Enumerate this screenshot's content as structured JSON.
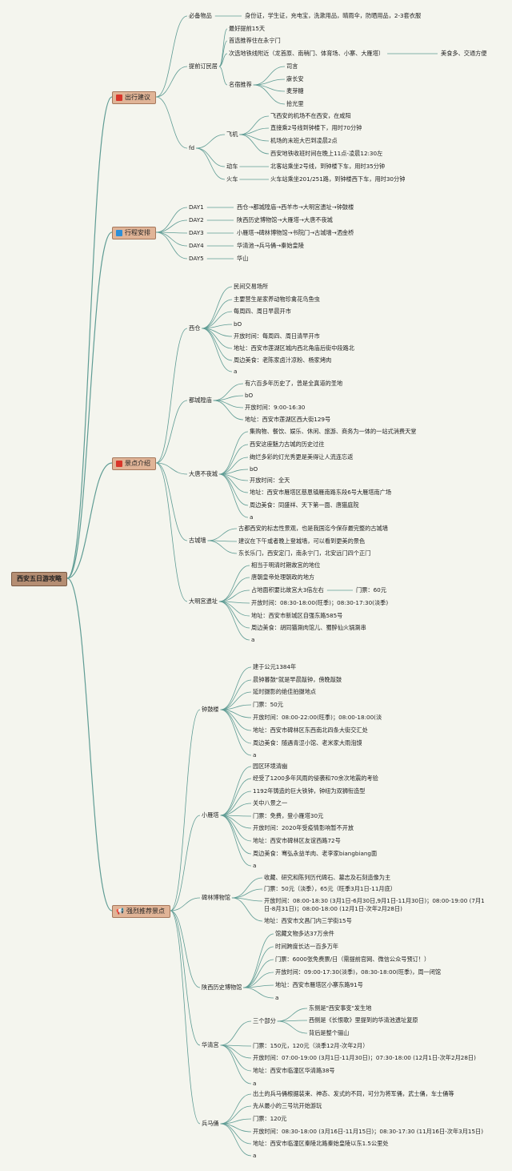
{
  "root": "西安五日游攻略",
  "colors": {
    "line": "#5f9c94",
    "red_flag": "#d8352a",
    "blue_flag": "#2d8fd8"
  },
  "sections": [
    {
      "label": "出行建议",
      "icon": "red-flag-icon",
      "children": [
        {
          "label": "必备物品",
          "children": [
            {
              "label": "身份证，学生证，充电宝，洗漱用品，晴雨伞，防晒用品，2-3套衣服"
            }
          ]
        },
        {
          "label": "提前订民居",
          "children": [
            {
              "label": "最好提前15天"
            },
            {
              "label": "首选推荐住在永宁门"
            },
            {
              "label": "次选地铁线附近（龙首原、南稍门、体育场、小寨、大雁塔）",
              "children": [
                {
                  "label": "美食多、交通方便"
                }
              ]
            },
            {
              "label": "名宿推荐",
              "children": [
                {
                  "label": "司言"
                },
                {
                  "label": "寐长安"
                },
                {
                  "label": "麦芽糖"
                },
                {
                  "label": "拾光里"
                }
              ]
            }
          ]
        },
        {
          "label": "fd",
          "children": [
            {
              "label": "飞机",
              "children": [
                {
                  "label": "飞西安的机场不在西安，在咸阳"
                },
                {
                  "label": "直接乘2号线到钟楼下，用时70分钟"
                },
                {
                  "label": "机场的末班大巴到凌晨2点"
                },
                {
                  "label": "西安地铁收班时间在晚上11点-凌晨12:30左"
                }
              ]
            },
            {
              "label": "动车",
              "children": [
                {
                  "label": "北客站乘坐2号线，到钟楼下车，用时35分钟"
                }
              ]
            },
            {
              "label": "火车",
              "children": [
                {
                  "label": "火车站乘坐201/251路，到钟楼西下车，用时30分钟"
                }
              ]
            }
          ]
        }
      ]
    },
    {
      "label": "行程安排",
      "icon": "blue-flag-icon",
      "children": [
        {
          "label": "DAY1",
          "children": [
            {
              "label": "西仓→都城隍庙→西羊市→大明宫遗址→钟鼓楼"
            }
          ]
        },
        {
          "label": "DAY2",
          "children": [
            {
              "label": "陕西历史博物馆→大雁塔→大唐不夜城"
            }
          ]
        },
        {
          "label": "DAY3",
          "children": [
            {
              "label": "小雁塔→碑林博物馆→书院门→古城墙→洒金桥"
            }
          ]
        },
        {
          "label": "DAY4",
          "children": [
            {
              "label": "华清池→兵马俑→秦始皇陵"
            }
          ]
        },
        {
          "label": "DAY5",
          "children": [
            {
              "label": "华山"
            }
          ]
        }
      ]
    },
    {
      "label": "景点介绍",
      "icon": "red-flag-icon",
      "children": [
        {
          "label": "西仓",
          "children": [
            {
              "label": "民间交易场所"
            },
            {
              "label": "主要营生是家养动物珍禽花鸟鱼虫"
            },
            {
              "label": "每周四、周日早晨开市"
            },
            {
              "label": "bO"
            },
            {
              "label": "开放时间：每周四、周日清早开市"
            },
            {
              "label": "地址：西安市莲湖区城内西北角庙后街中段路北"
            },
            {
              "label": "周边美食：老陈家卤汁凉粉、杨家烤肉"
            },
            {
              "label": "a"
            }
          ]
        },
        {
          "label": "都城隍庙",
          "children": [
            {
              "label": "有六百多年历史了，曾是全真道的圣地"
            },
            {
              "label": "bO"
            },
            {
              "label": "开放时间：9:00-16:30"
            },
            {
              "label": "地址：西安市莲湖区西大街129号"
            }
          ]
        },
        {
          "label": "大唐不夜城",
          "children": [
            {
              "label": "集购物、餐饮、娱乐、休闲、旅游、商务为一体的一站式消费天堂"
            },
            {
              "label": "西安这座魅力古城的历史过往"
            },
            {
              "label": "绚烂多彩的灯光秀更是美得让人流连忘返"
            },
            {
              "label": "bO"
            },
            {
              "label": "开放时间：全天"
            },
            {
              "label": "地址：西安市雁塔区慈恩镇雁南路东段6号大雁塔南广场"
            },
            {
              "label": "周边美食：同盛祥、天下第一面、唐猫庭院"
            },
            {
              "label": "a"
            }
          ]
        },
        {
          "label": "古城墙",
          "children": [
            {
              "label": "古都西安的标志性景观，也是我国迄今保存最完整的古城墙"
            },
            {
              "label": "建议在下午或者晚上登城墙，可以看到更美的景色"
            },
            {
              "label": "东长乐门，西安定门，南永宁门，北安远门四个正门"
            }
          ]
        },
        {
          "label": "大明宫遗址",
          "children": [
            {
              "label": "相当于明清时期故宫的地位"
            },
            {
              "label": "唐朝皇帝处理朝政的地方"
            },
            {
              "label": "占地面积要比故宫大3倍左右",
              "children": [
                {
                  "label": "门票：60元"
                }
              ]
            },
            {
              "label": "开放时间：08:30-18:00(旺季)；08:30-17:30(淡季)"
            },
            {
              "label": "地址：西安市新城区自强东路585号"
            },
            {
              "label": "周边美食：胡同猫涮肉馆儿、蜀醉仙火锅涮串"
            },
            {
              "label": "a"
            }
          ]
        }
      ]
    },
    {
      "label": "强烈推荐景点",
      "icon": "megaphone-icon",
      "children": [
        {
          "label": "钟鼓楼",
          "children": [
            {
              "label": "建于公元1384年"
            },
            {
              "label": "晨钟暮鼓\"就是早晨敲钟，傍晚敲鼓"
            },
            {
              "label": "延时摄影的绝佳拍摄地点"
            },
            {
              "label": "门票：50元"
            },
            {
              "label": "开放时间：08:00-22:00(旺季)；08:00-18:00(淡"
            },
            {
              "label": "地址：西安市碑林区东西南北四条大街交汇处"
            },
            {
              "label": "周边美食：随遇青涩小馆、老米家大雨泡馍"
            },
            {
              "label": "a"
            }
          ]
        },
        {
          "label": "小雁塔",
          "children": [
            {
              "label": "园区环境清幽"
            },
            {
              "label": "经受了1200多年风雨的侵袭和70余次地震的考验"
            },
            {
              "label": "1192年铸造的巨大铁钟，钟纽为双狮衔造型"
            },
            {
              "label": "关中八景之一"
            },
            {
              "label": "门票：免费，登小雁塔30元"
            },
            {
              "label": "开放时间：2020年受疫情影响暂不开放"
            },
            {
              "label": "地址：西安市碑林区友谊西路72号"
            },
            {
              "label": "周边美食：骞弘永益羊肉、老李家biangbiang面"
            },
            {
              "label": "a"
            }
          ]
        },
        {
          "label": "碑林博物馆",
          "children": [
            {
              "label": "收藏、研究和陈列历代碑石、墓志及石刻造像为主"
            },
            {
              "label": "门票：50元（淡季），65元（旺季3月1日-11月底）"
            },
            {
              "label": "开放时间：08:00-18:30 (3月1日-6月30日,9月1日-11月30日)；08:00-19:00 (7月1",
              "line2": "日-8月31日)；08:00-18:00 (12月1日-次年2月28日)"
            },
            {
              "label": "地址：西安市文昌门内三学街15号"
            }
          ]
        },
        {
          "label": "陕西历史博物馆",
          "children": [
            {
              "label": "馆藏文物多达37万余件"
            },
            {
              "label": "时间跨度长达一百多万年"
            },
            {
              "label": "门票：6000张免费票/日（需提前官网、微信公众号预订！）"
            },
            {
              "label": "开放时间：09:00-17:30(淡季)，08:30-18:00(旺季)，周一闭馆"
            },
            {
              "label": "地址：西安市雁塔区小寨东路91号"
            },
            {
              "label": "a"
            }
          ]
        },
        {
          "label": "华清宫",
          "children": [
            {
              "label": "三个部分",
              "children": [
                {
                  "label": "东侧是\"西安事变\"发生地"
                },
                {
                  "label": "西侧是《长恨歌》里提到的华清池遗址复原"
                },
                {
                  "label": "背后是整个骊山"
                }
              ]
            },
            {
              "label": "门票：150元，120元（淡季12月-次年2月）"
            },
            {
              "label": "开放时间：07:00-19:00 (3月1日-11月30日)；07:30-18:00 (12月1日-次年2月28日)"
            },
            {
              "label": "地址：西安市临潼区华清路38号"
            },
            {
              "label": "a"
            }
          ]
        },
        {
          "label": "兵马俑",
          "children": [
            {
              "label": "出土的兵马俑根据装束、神态、发式的不同，可分为将军俑，武士俑，车士俑等"
            },
            {
              "label": "先从最小的三号坑开始游玩"
            },
            {
              "label": "门票：120元"
            },
            {
              "label": "开放时间：08:30-18:00 (3月16日-11月15日)；08:30-17:30 (11月16日-次年3月15日)"
            },
            {
              "label": "地址：西安市临潼区秦陵北路秦始皇陵以东1.5公里处"
            },
            {
              "label": "a"
            }
          ]
        }
      ]
    }
  ]
}
